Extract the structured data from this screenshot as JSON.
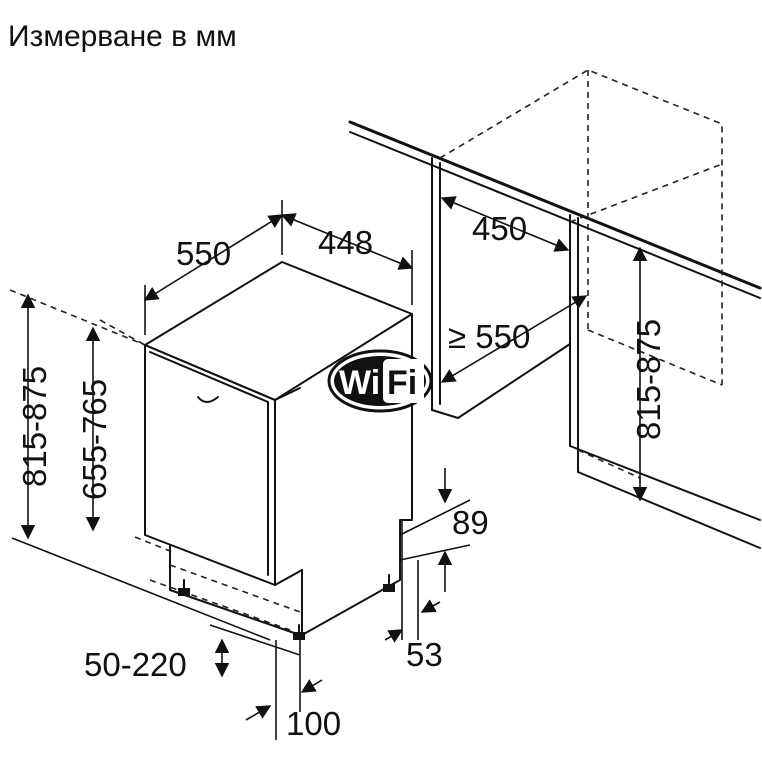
{
  "title": "Измерване в мм",
  "dimensions": {
    "depth": "550",
    "width": "448",
    "niche_width": "450",
    "niche_depth": "≥ 550",
    "height_left": "815-875",
    "height_door": "655-765",
    "niche_height": "815-875",
    "plinth_height": "89",
    "plinth_offset": "53",
    "plinth_recess": "50-220",
    "foot_offset": "100"
  },
  "badge": {
    "left_text": "Wi",
    "right_text": "Fi",
    "icon": "wifi-logo-icon"
  }
}
